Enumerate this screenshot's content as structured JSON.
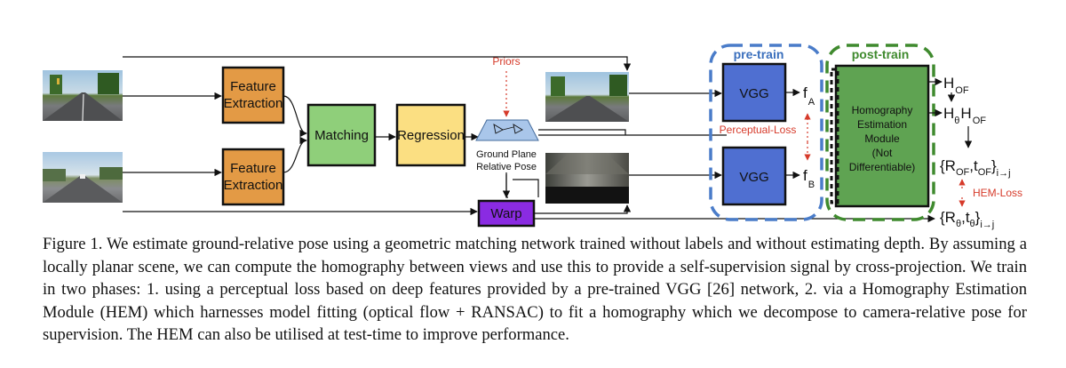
{
  "diagram": {
    "boxes": {
      "feature_extraction_top": [
        "Feature",
        "Extraction"
      ],
      "feature_extraction_bottom": [
        "Feature",
        "Extraction"
      ],
      "matching": "Matching",
      "regression": "Regression",
      "warp": "Warp",
      "vgg_top": "VGG",
      "vgg_bottom": "VGG",
      "hem": [
        "Homography",
        "Estimation",
        "Module",
        "(Not",
        "Differentiable)"
      ]
    },
    "labels": {
      "priors": "Priors",
      "ground_plane": [
        "Ground Plane",
        "Relative Pose"
      ],
      "perceptual_loss": "Perceptual-Loss",
      "hem_loss": "HEM-Loss",
      "pre_train": "pre-train",
      "post_train": "post-train",
      "f_a": {
        "main": "f",
        "sub": "A"
      },
      "f_b": {
        "main": "f",
        "sub": "B"
      },
      "h_of": {
        "main": "H",
        "sub": "OF"
      },
      "h_theta_h_of": {
        "h1": "H",
        "sub1": "θ",
        "h2": "H",
        "sub2": "OF"
      },
      "r_t_of": {
        "open": "{R",
        "sub1": "OF",
        "comma": ",t",
        "sub2": "OF",
        "close": "}",
        "sub3": "i→j"
      },
      "r_t_theta": {
        "open": "{R",
        "sub1": "θ",
        "comma": ",t",
        "sub2": "θ",
        "close": "}",
        "sub3": "i→j"
      }
    },
    "colors": {
      "feature_extraction": "#e39a45",
      "matching": "#8fcf7a",
      "regression": "#fbdf82",
      "warp": "#8a2be2",
      "vgg": "#4f6fd1",
      "hem": "#5fa352",
      "pre_train_border": "#4a7cc9",
      "post_train_border": "#3f8a2e",
      "loss_red": "#d63a2a"
    }
  },
  "caption": "Figure 1. We estimate ground-relative pose using a geometric matching network trained without labels and without estimating depth. By assuming a locally planar scene, we can compute the homography between views and use this to provide a self-supervision signal by cross-projection. We train in two phases: 1. using a perceptual loss based on deep features provided by a pre-trained VGG [26] network, 2. via a Homography Estimation Module (HEM) which harnesses model fitting (optical flow + RANSAC) to fit a homography which we decompose to camera-relative pose for supervision. The HEM can also be utilised at test-time to improve performance."
}
